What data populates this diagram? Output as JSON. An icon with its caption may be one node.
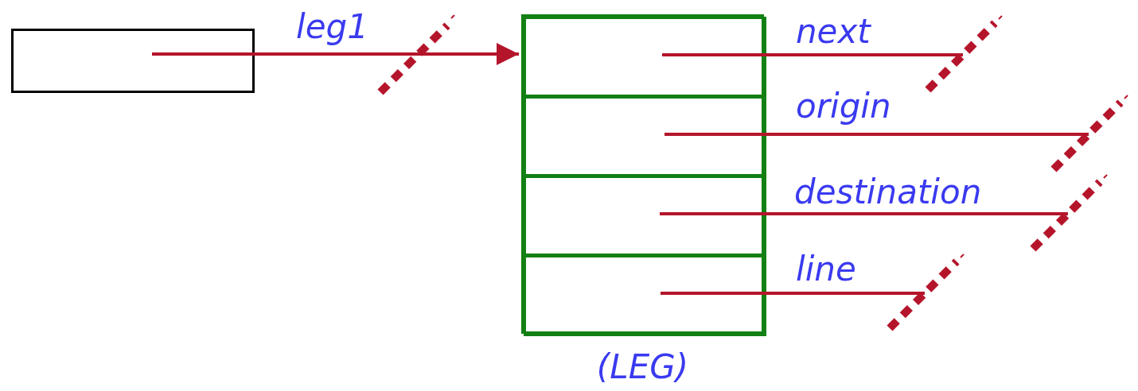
{
  "diagram": {
    "nodes": [
      {
        "text": [],
        "shape": "box"
      },
      {
        "text": [
          "(LEG)"
        ]
      },
      {
        "text": [],
        "shape": "box",
        "in": 1
      },
      {
        "text": [],
        "shape": "box",
        "in": 1
      },
      {
        "text": [],
        "shape": "box",
        "in": 1
      },
      {
        "text": [],
        "shape": "box",
        "in": 1
      }
    ],
    "edges": [
      {
        "from": 0,
        "to": 1,
        "arrow": "to",
        "label": "leg1"
      },
      {
        "from": 2,
        "to": null,
        "arrow": "other",
        "label": "next"
      },
      {
        "from": 3,
        "to": null,
        "arrow": "other",
        "label": "origin"
      },
      {
        "from": 4,
        "to": null,
        "arrow": "other",
        "label": "destination"
      },
      {
        "from": 5,
        "to": null,
        "arrow": "other",
        "label": "line"
      }
    ]
  }
}
